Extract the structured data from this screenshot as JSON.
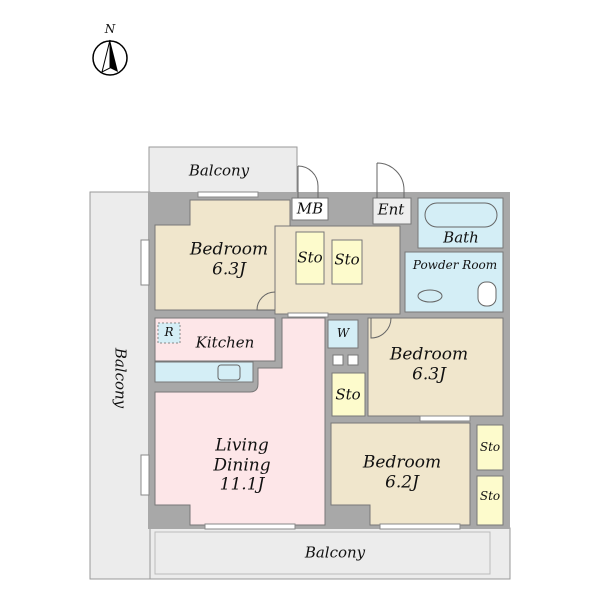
{
  "compass": {
    "label": "N"
  },
  "rooms": {
    "bedroom_north": {
      "name": "Bedroom",
      "size": "6.3J"
    },
    "bedroom_east": {
      "name": "Bedroom",
      "size": "6.3J"
    },
    "bedroom_south": {
      "name": "Bedroom",
      "size": "6.2J"
    },
    "living": {
      "name1": "Living",
      "name2": "Dining",
      "size": "11.1J"
    },
    "kitchen": "Kitchen",
    "bath": "Bath",
    "powder": "Powder Room",
    "entrance": "Ent",
    "meter_box": "MB",
    "washer": "W",
    "fridge": "R",
    "storage": "Sto"
  },
  "balconies": {
    "top": "Balcony",
    "left": "Balcony",
    "bottom": "Balcony"
  },
  "colors": {
    "wall": "#a8a8a8",
    "bedroom": "#f0e6cc",
    "living": "#fde6e8",
    "wet": "#d4eef6",
    "storage": "#fdfbcc",
    "balcony": "#ececec"
  }
}
